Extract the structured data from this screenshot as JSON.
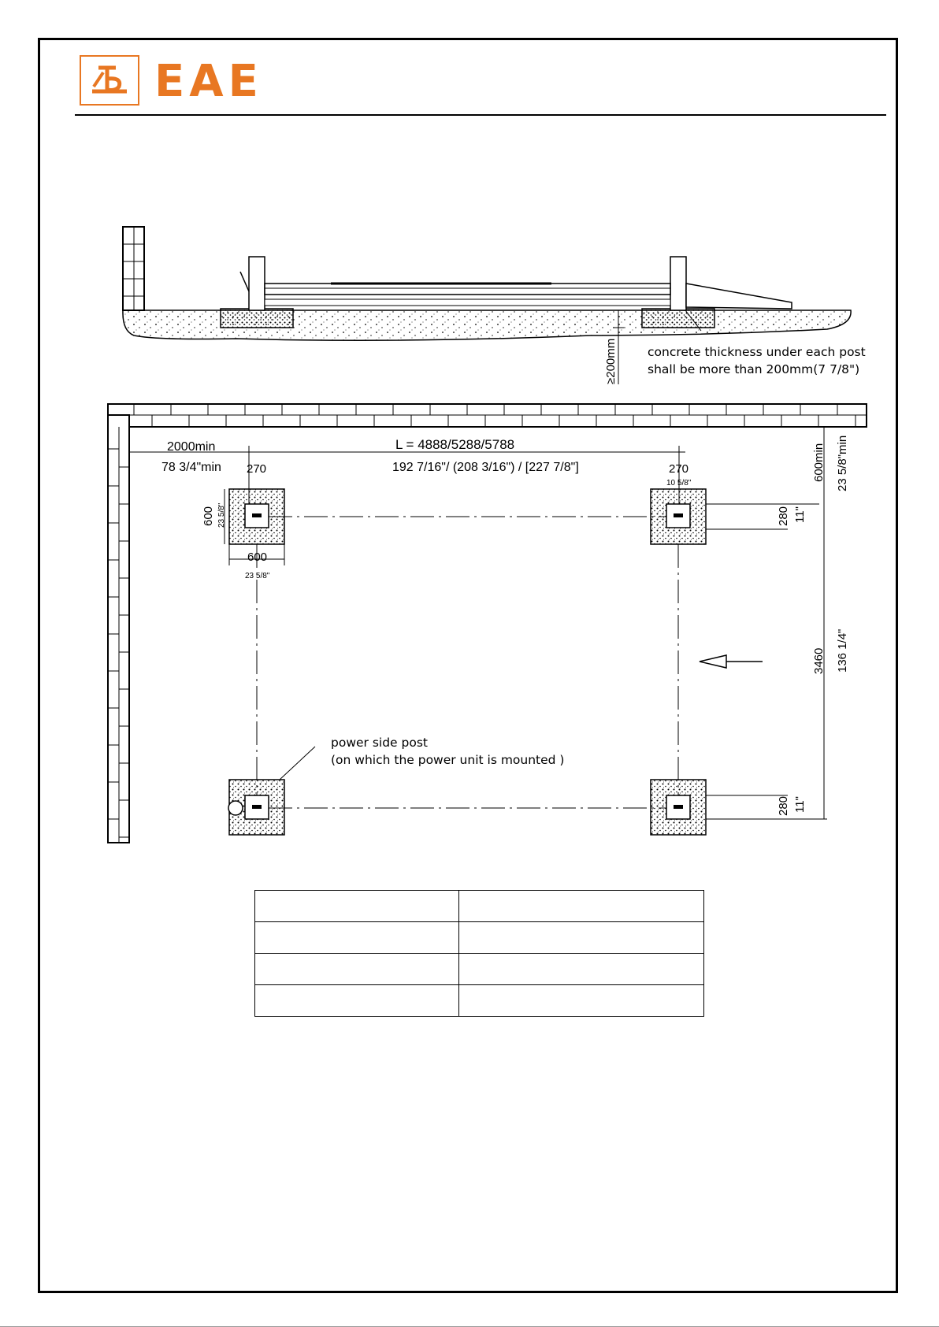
{
  "brand": {
    "name": "EAE",
    "color": "#e87722"
  },
  "elevation_note": [
    "concrete thickness under each post",
    "shall be more than 200mm(7 7/8\")"
  ],
  "elevation_dim": "≥200mm",
  "plan": {
    "wall_clearance_mm": "2000min",
    "wall_clearance_in": "78  3/4\"min",
    "length_label": "L  =  4888/5288/5788",
    "length_inches": "192 7/16\"/ (208 3/16\") / [227 7/8\"]",
    "base_width_left": "270",
    "base_width_right": "270",
    "base_width_right_in": "10 5/8\"",
    "pad_height": "600",
    "pad_height_in": "23 5/8\"",
    "pad_width": "600",
    "pad_width_in": "23 5/8\"",
    "rear_clearance": "600min",
    "rear_clearance_in": "23 5/8\"min",
    "offset_top": "280",
    "offset_top_in": "11\"",
    "offset_bottom": "280",
    "offset_bottom_in": "11\"",
    "width_mm": "3460",
    "width_in": "136 1/4\"",
    "power_note": [
      "power side post",
      "(on which the power unit is mounted )"
    ]
  },
  "table": {
    "rows": [
      [
        "",
        ""
      ],
      [
        "",
        ""
      ],
      [
        "",
        ""
      ],
      [
        "",
        ""
      ]
    ]
  }
}
